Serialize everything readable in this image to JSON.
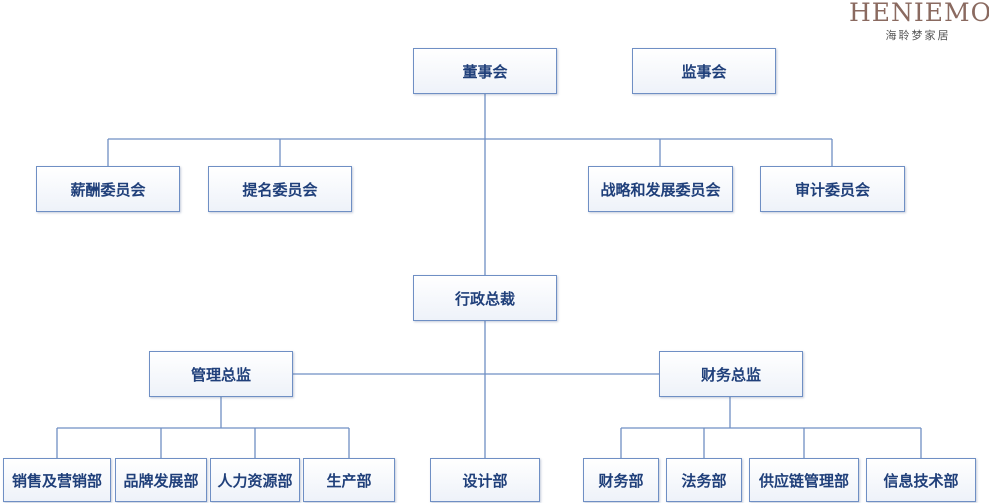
{
  "logo": {
    "word": "HENIEMO",
    "subtitle": "海聆梦家居"
  },
  "nodes": {
    "board": "董事会",
    "supervisory": "监事会",
    "remuneration": "薪酬委员会",
    "nomination": "提名委员会",
    "strategy": "战略和发展委员会",
    "audit": "审计委员会",
    "president": "行政总裁",
    "mgmt_director": "管理总监",
    "finance_director": "财务总监",
    "sales": "销售及营销部",
    "brand": "品牌发展部",
    "hr": "人力资源部",
    "production": "生产部",
    "design": "设计部",
    "finance": "财务部",
    "legal": "法务部",
    "supply": "供应链管理部",
    "it": "信息技术部"
  },
  "colors": {
    "line": "#6f8fc4",
    "text": "#1f3f7a"
  }
}
